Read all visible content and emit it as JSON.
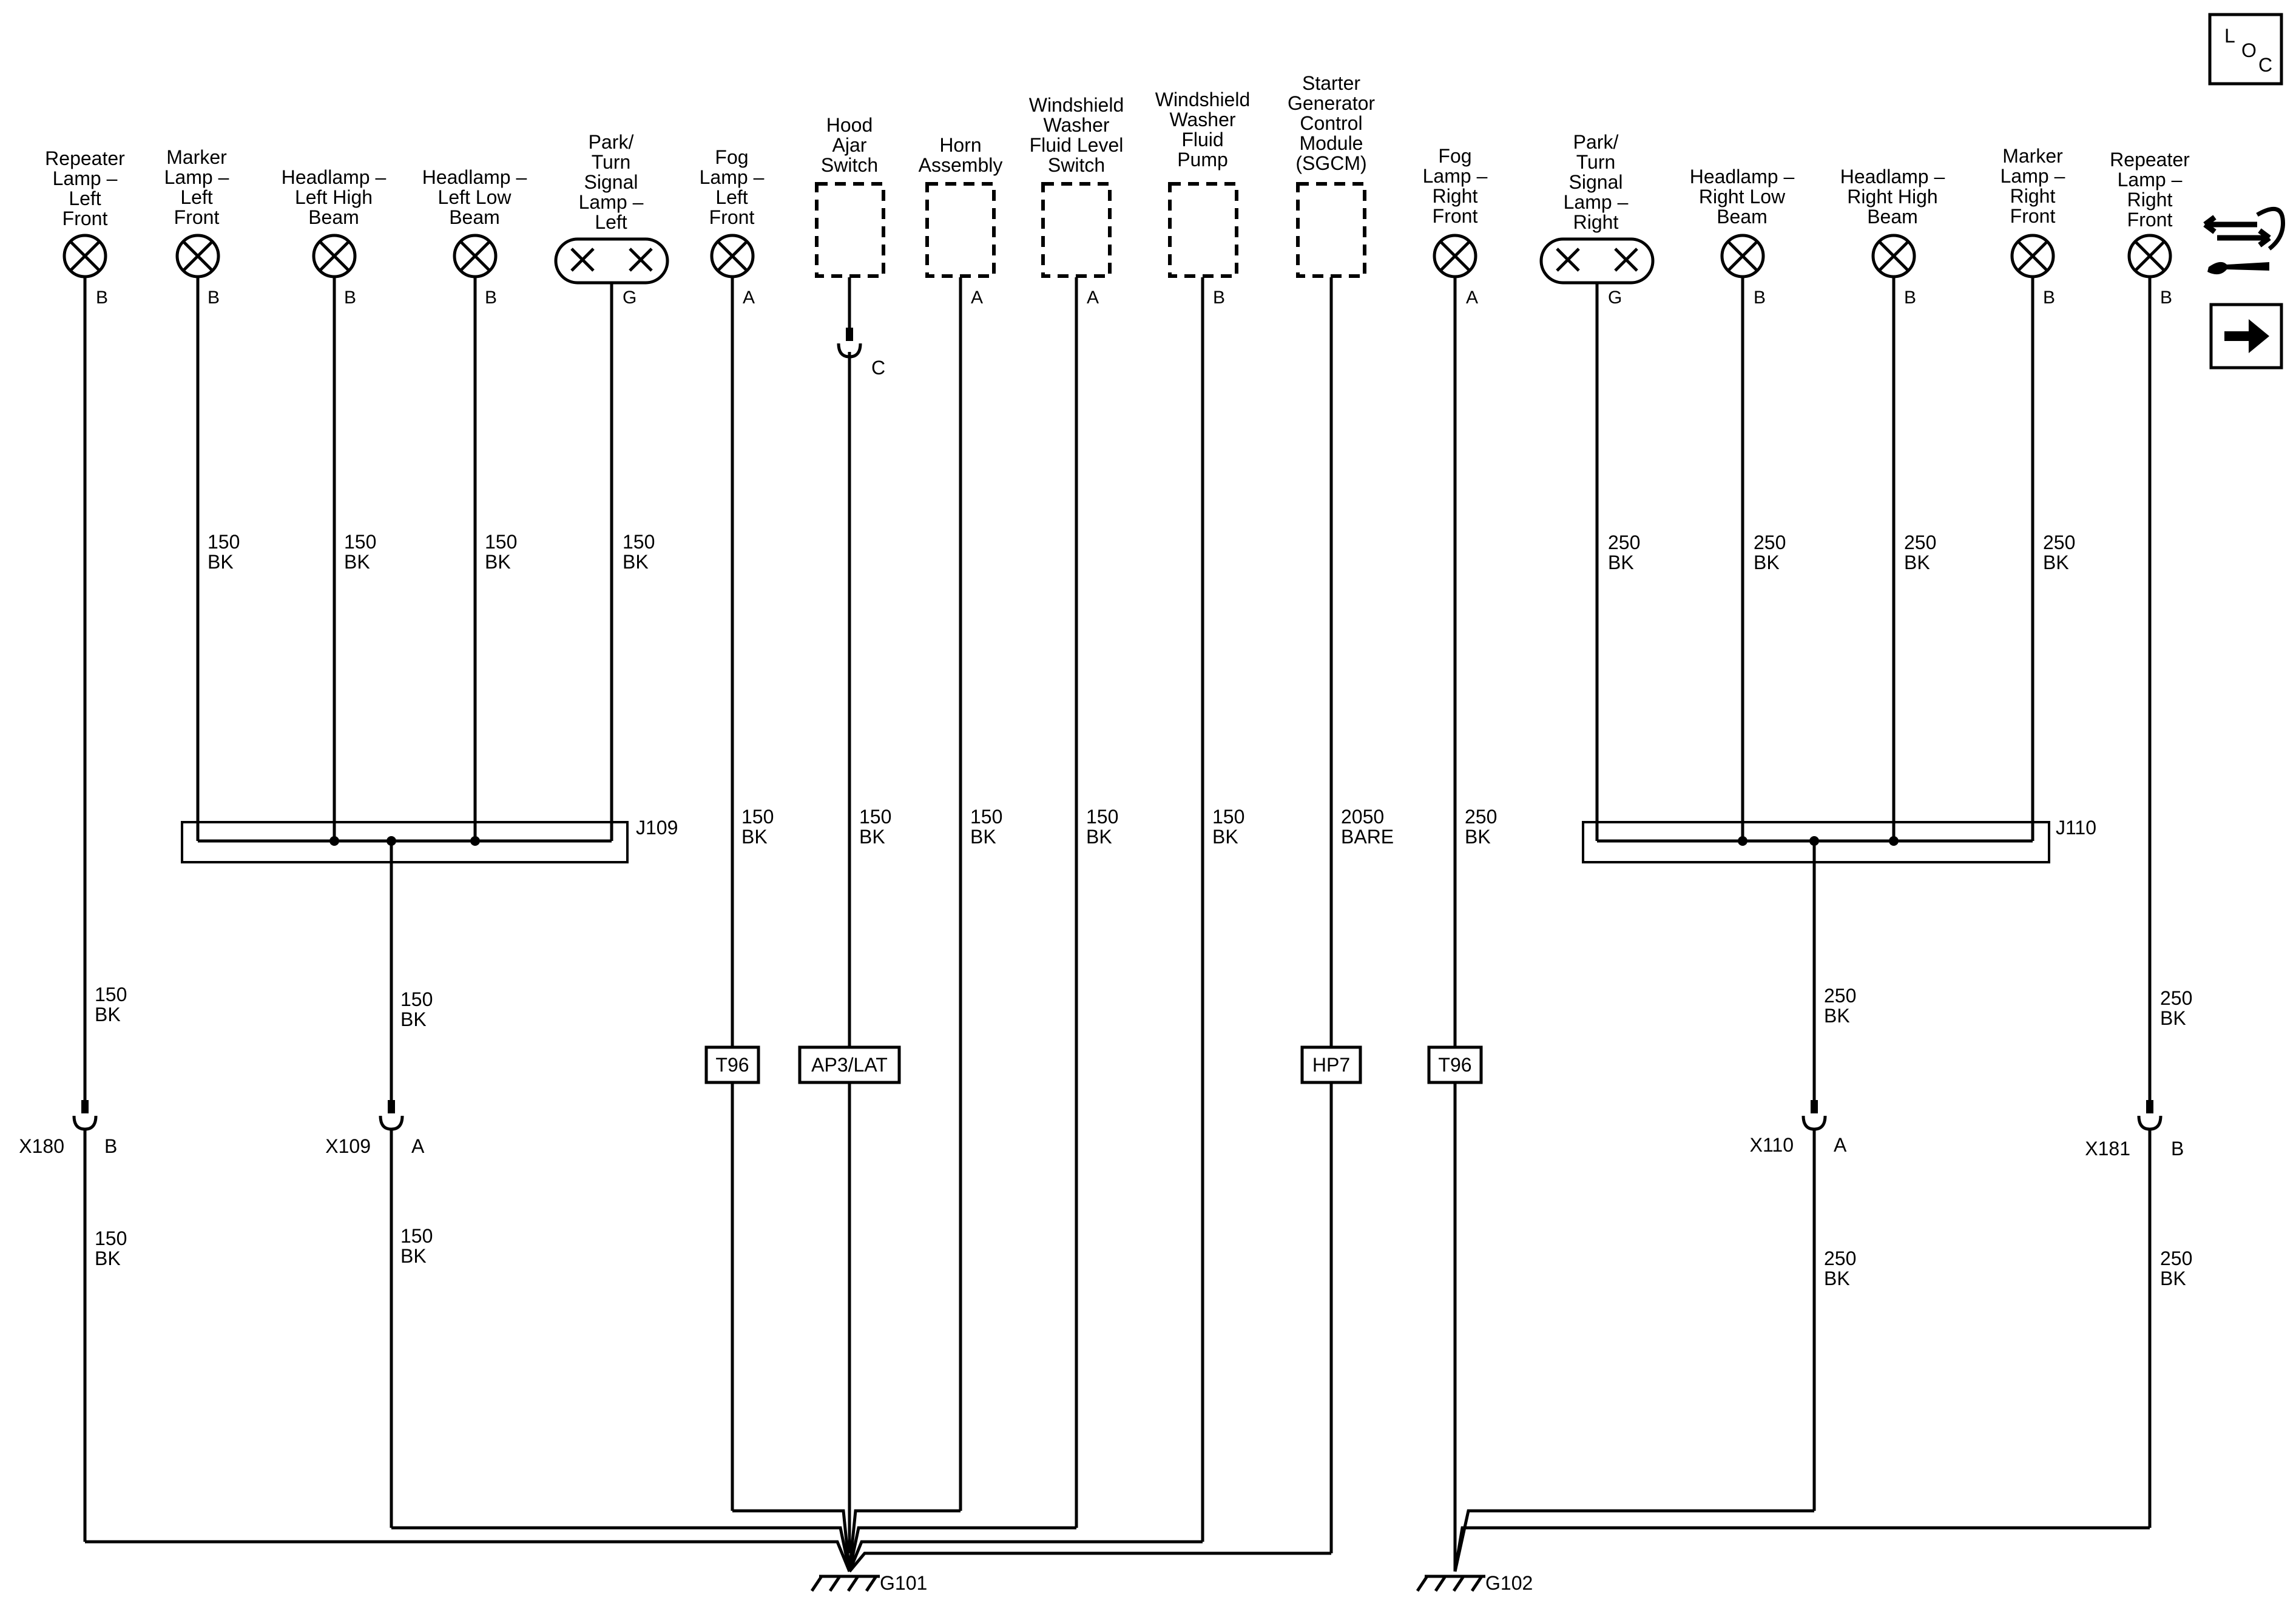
{
  "components": [
    {
      "id": "repeater-left",
      "lines": [
        "Repeater",
        "Lamp –",
        "Left",
        "Front"
      ],
      "kind": "lamp",
      "pin": "B"
    },
    {
      "id": "marker-left",
      "lines": [
        "Marker",
        "Lamp –",
        "Left",
        "Front"
      ],
      "kind": "lamp",
      "pin": "B"
    },
    {
      "id": "headlamp-left-high",
      "lines": [
        "Headlamp –",
        "Left High",
        "Beam"
      ],
      "kind": "lamp",
      "pin": "B"
    },
    {
      "id": "headlamp-left-low",
      "lines": [
        "Headlamp –",
        "Left Low",
        "Beam"
      ],
      "kind": "lamp",
      "pin": "B"
    },
    {
      "id": "park-turn-left",
      "lines": [
        "Park/",
        "Turn",
        "Signal",
        "Lamp –",
        "Left"
      ],
      "kind": "dual",
      "pin": "G"
    },
    {
      "id": "fog-left",
      "lines": [
        "Fog",
        "Lamp –",
        "Left",
        "Front"
      ],
      "kind": "lamp",
      "pin": "A"
    },
    {
      "id": "hood-ajar",
      "lines": [
        "Hood",
        "Ajar",
        "Switch"
      ],
      "kind": "module",
      "pin": ""
    },
    {
      "id": "horn",
      "lines": [
        "Horn",
        "Assembly"
      ],
      "kind": "module",
      "pin": "A"
    },
    {
      "id": "washer-level",
      "lines": [
        "Windshield",
        "Washer",
        "Fluid Level",
        "Switch"
      ],
      "kind": "module",
      "pin": "A"
    },
    {
      "id": "washer-pump",
      "lines": [
        "Windshield",
        "Washer",
        "Fluid",
        "Pump"
      ],
      "kind": "module",
      "pin": "B"
    },
    {
      "id": "sgcm",
      "lines": [
        "Starter",
        "Generator",
        "Control",
        "Module",
        "(SGCM)"
      ],
      "kind": "module",
      "pin": ""
    },
    {
      "id": "fog-right",
      "lines": [
        "Fog",
        "Lamp –",
        "Right",
        "Front"
      ],
      "kind": "lamp",
      "pin": "A"
    },
    {
      "id": "park-turn-right",
      "lines": [
        "Park/",
        "Turn",
        "Signal",
        "Lamp –",
        "Right"
      ],
      "kind": "dual",
      "pin": "G"
    },
    {
      "id": "headlamp-right-low",
      "lines": [
        "Headlamp –",
        "Right Low",
        "Beam"
      ],
      "kind": "lamp",
      "pin": "B"
    },
    {
      "id": "headlamp-right-high",
      "lines": [
        "Headlamp –",
        "Right High",
        "Beam"
      ],
      "kind": "lamp",
      "pin": "B"
    },
    {
      "id": "marker-right",
      "lines": [
        "Marker",
        "Lamp –",
        "Right",
        "Front"
      ],
      "kind": "lamp",
      "pin": "B"
    },
    {
      "id": "repeater-right",
      "lines": [
        "Repeater",
        "Lamp –",
        "Right",
        "Front"
      ],
      "kind": "lamp",
      "pin": "B"
    }
  ],
  "wire_labels": [
    {
      "size": "150",
      "color": "BK"
    },
    {
      "size": "250",
      "color": "BK"
    },
    {
      "size": "2050",
      "color": "BARE"
    }
  ],
  "splices": {
    "left": "J109",
    "right": "J110"
  },
  "connectors": {
    "x180": {
      "name": "X180",
      "pin": "B"
    },
    "x109": {
      "name": "X109",
      "pin": "A"
    },
    "x110": {
      "name": "X110",
      "pin": "A"
    },
    "x181": {
      "name": "X181",
      "pin": "B"
    },
    "hood_pin": "C"
  },
  "option_boxes": [
    "T96",
    "AP3/LAT",
    "HP7",
    "T96"
  ],
  "grounds": {
    "left": "G101",
    "right": "G102"
  },
  "sidebar": {
    "loc_letters": [
      "L",
      "O",
      "C"
    ],
    "icons": [
      "connector-tool-icon",
      "arrow-right-icon"
    ]
  }
}
